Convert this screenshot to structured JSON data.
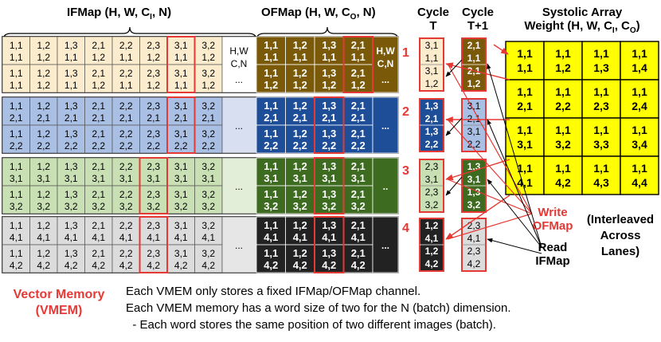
{
  "headers": {
    "ifmap": "IFMap (H, W, C",
    "ifmap_sub": "I",
    "ifmap_tail": ", N)",
    "ofmap": "OFMap (H, W, C",
    "ofmap_sub": "O",
    "ofmap_tail": ", N)",
    "cycle_t_1": "Cycle",
    "cycle_t_2": "T",
    "cycle_t1_1": "Cycle",
    "cycle_t1_2": "T+1",
    "systolic_1": "Systolic Array",
    "systolic_2": "Weight (H, W, C",
    "systolic_sub1": "I",
    "systolic_mid": ", C",
    "systolic_sub2": "O",
    "systolic_tail": ")"
  },
  "lanes": [
    {
      "num": "1",
      "fill": "#fbeccd",
      "dark": "#7a5a08",
      "if_top": [
        "1,1",
        "1,2",
        "1,3",
        "2,1",
        "2,2",
        "2,3",
        "3,1",
        "3,2"
      ],
      "if_bot": [
        "1,1",
        "1,2",
        "1,3",
        "2,1",
        "2,2",
        "2,3",
        "3,1",
        "3,2"
      ],
      "if_n": [
        "1,1",
        "1,2",
        "1,1",
        "1,2",
        "1,1",
        "1,2",
        "1,1",
        "1,2"
      ],
      "if_extra": [
        "H,W",
        "C,N",
        "..."
      ],
      "of_top": [
        "1,1",
        "1,2",
        "1,3",
        "2,1"
      ],
      "of_n": [
        "1,1",
        "1,1",
        "1,1",
        "1,1"
      ],
      "of_bot": [
        "1,1",
        "1,2",
        "1,3",
        "2,1"
      ],
      "of_n2": [
        "1,2",
        "1,2",
        "1,2",
        "1,2"
      ],
      "of_extra": [
        "H,W",
        "C,N",
        "..."
      ],
      "ct": [
        "3,1",
        "1,1",
        "3,1",
        "1,2"
      ],
      "ct1": [
        "2,1",
        "1,1",
        "2,1",
        "1,2"
      ]
    },
    {
      "num": "2",
      "fill": "#a9bfe4",
      "dark": "#1f4e99",
      "if_top": [
        "1,1",
        "1,2",
        "1,3",
        "2,1",
        "2,2",
        "2,3",
        "3,1",
        "3,2"
      ],
      "if_bot": [
        "1,1",
        "1,2",
        "1,3",
        "2,1",
        "2,2",
        "2,3",
        "3,1",
        "3,2"
      ],
      "if_n": [
        "2,1",
        "2,1",
        "2,1",
        "2,1",
        "2,1",
        "2,1",
        "2,1",
        "2,1"
      ],
      "if_n2": [
        "2,2",
        "2,2",
        "2,2",
        "2,2",
        "2,2",
        "2,2",
        "2,2",
        "2,2"
      ],
      "if_extra": [
        "..."
      ],
      "of_top": [
        "1,1",
        "1,2",
        "1,3",
        "2,1"
      ],
      "of_n": [
        "2,1",
        "2,1",
        "2,1",
        "2,1"
      ],
      "of_bot": [
        "1,1",
        "1,2",
        "1,3",
        "2,1"
      ],
      "of_n2": [
        "2,2",
        "2,2",
        "2,2",
        "2,2"
      ],
      "of_extra": [
        "..."
      ],
      "ct": [
        "1,3",
        "2,1",
        "1,3",
        "2,2"
      ],
      "ct1": [
        "3,1",
        "2,1",
        "3,1",
        "2,2"
      ]
    },
    {
      "num": "3",
      "fill": "#c9e0b4",
      "dark": "#3d6b1f",
      "if_top": [
        "1,1",
        "1,2",
        "1,3",
        "2,1",
        "2,2",
        "2,3",
        "3,1",
        "3,2"
      ],
      "if_bot": [
        "1,1",
        "1,2",
        "1,3",
        "2,1",
        "2,2",
        "2,3",
        "3,1",
        "3,2"
      ],
      "if_n": [
        "3,1",
        "3,1",
        "3,1",
        "3,1",
        "3,1",
        "3,1",
        "3,1",
        "3,1"
      ],
      "if_n2": [
        "3,2",
        "3,2",
        "3,2",
        "3,2",
        "3,2",
        "3,2",
        "3,2",
        "3,2"
      ],
      "if_extra": [
        "..."
      ],
      "of_top": [
        "1,1",
        "1,2",
        "1,3",
        "2,1"
      ],
      "of_n": [
        "3,1",
        "3,1",
        "3,1",
        "3,1"
      ],
      "of_bot": [
        "1,1",
        "1,2",
        "1,3",
        "2,1"
      ],
      "of_n2": [
        "3,2",
        "3,2",
        "3,2",
        "3,2"
      ],
      "of_extra": [
        ".."
      ],
      "ct": [
        "2,3",
        "3,1",
        "2,3",
        "3,2"
      ],
      "ct1": [
        "1,3",
        "3,1",
        "1,3",
        "3,2"
      ]
    },
    {
      "num": "4",
      "fill": "#dcdcdc",
      "dark": "#222222",
      "if_top": [
        "1,1",
        "1,2",
        "1,3",
        "2,1",
        "2,2",
        "2,3",
        "3,1",
        "3,2"
      ],
      "if_bot": [
        "1,1",
        "1,2",
        "1,3",
        "2,1",
        "2,2",
        "2,3",
        "3,1",
        "3,2"
      ],
      "if_n": [
        "4,1",
        "4,1",
        "4,1",
        "4,1",
        "4,1",
        "4,1",
        "4,1",
        "4,1"
      ],
      "if_n2": [
        "4,2",
        "4,2",
        "4,2",
        "4,2",
        "4,2",
        "4,2",
        "4,2",
        "4,2"
      ],
      "if_extra": [
        "..."
      ],
      "of_top": [
        "1,1",
        "1,2",
        "1,3",
        "2,1"
      ],
      "of_n": [
        "4,1",
        "4,1",
        "4,1",
        "4,1"
      ],
      "of_bot": [
        "1,1",
        "1,2",
        "1,3",
        "2,1"
      ],
      "of_n2": [
        "4,2",
        "4,2",
        "4,2",
        "4,2"
      ],
      "of_extra": [
        "..."
      ],
      "ct": [
        "1,2",
        "4,1",
        "1,2",
        "4,2"
      ],
      "ct1": [
        "2,3",
        "4,1",
        "2,3",
        "4,2"
      ]
    }
  ],
  "weights": [
    [
      "1,1\n1,1",
      "1,1\n1,2",
      "1,1\n1,3",
      "1,1\n1,4"
    ],
    [
      "1,1\n2,1",
      "1,1\n2,2",
      "1,1\n2,3",
      "1,1\n2,4"
    ],
    [
      "1,1\n3,1",
      "1,1\n3,2",
      "1,1\n3,3",
      "1,1\n3,4"
    ],
    [
      "1,1\n4,1",
      "1,1\n4,2",
      "1,1\n4,3",
      "1,1\n4,4"
    ]
  ],
  "labels": {
    "write": "Write",
    "ofmap": "OFMap",
    "read": "Read",
    "ifmap": "IFMap",
    "interleaved_1": "(Interleaved",
    "interleaved_2": "Across",
    "interleaved_3": "Lanes)",
    "vmem_1": "Vector Memory",
    "vmem_2": "(VMEM)"
  },
  "captions": [
    "Each VMEM only stores a fixed IFMap/OFMap channel.",
    "Each VMEM memory has a word size of two for the N (batch) dimension.",
    "  - Each word stores the same position of two different images (batch)."
  ],
  "colors": {
    "accent_red": "#e53935",
    "weight_yellow": "#ffff00"
  }
}
